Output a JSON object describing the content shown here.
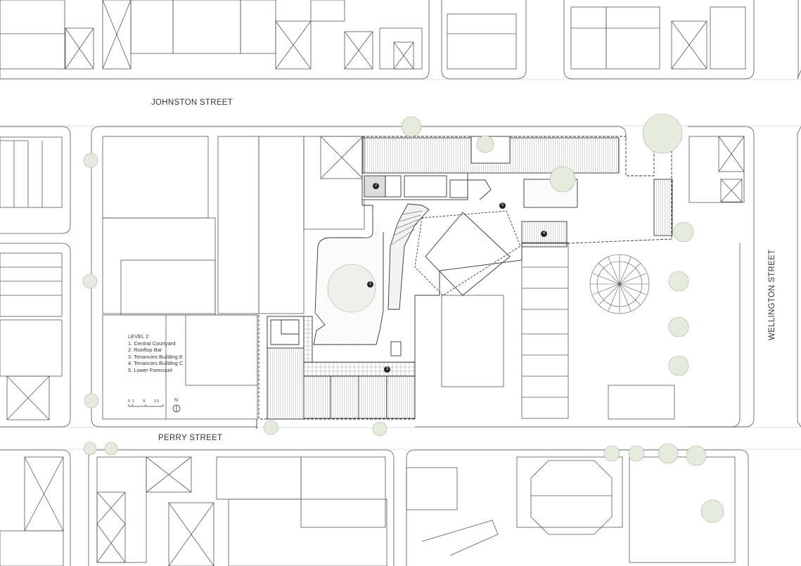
{
  "streets": {
    "johnston": "JOHNSTON STREET",
    "perry": "PERRY STREET",
    "wellington": "WELLINGTON STREET"
  },
  "legend": {
    "title": "LEVEL 2",
    "items": [
      "1. Central Courtyard",
      "2. Rooftop Bar",
      "3. Tenancies Building E",
      "4. Tenancies Building C",
      "5. Lower Forecourt"
    ]
  },
  "callouts": [
    "1",
    "2",
    "3",
    "4",
    "5"
  ],
  "scale_bar": {
    "labels": "0 1      5      10"
  },
  "north_arrow": {
    "label": "N",
    "icon": "north-arrow-icon"
  },
  "colors": {
    "line": "#4a4a4a",
    "light_line": "#9a9a9a",
    "hatch": "#888888",
    "tree": "#c9d3bb",
    "background": "#ffffff"
  }
}
